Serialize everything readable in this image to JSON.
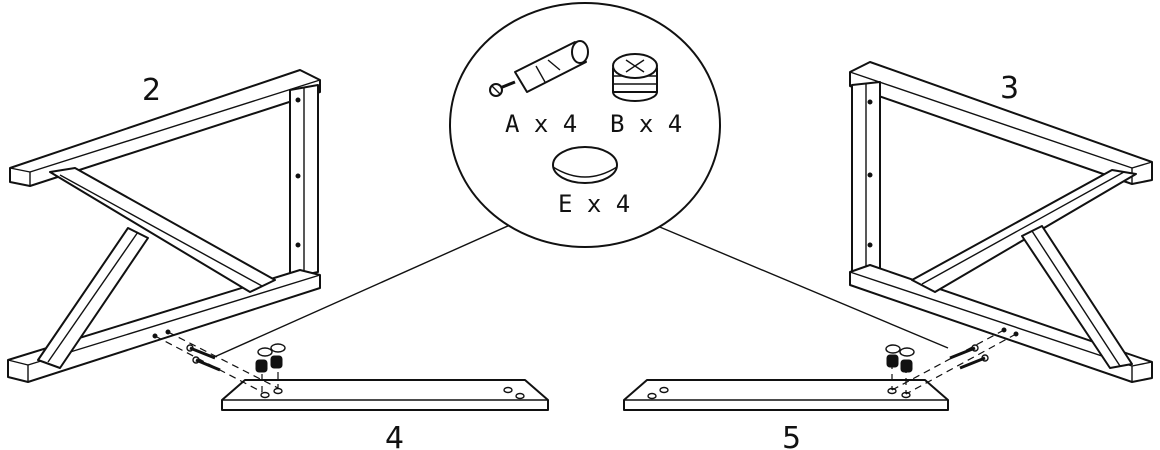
{
  "parts": {
    "left_frame": "2",
    "right_frame": "3",
    "left_foot": "4",
    "right_foot": "5"
  },
  "hardware": [
    {
      "id": "A",
      "label": "A x 4",
      "icon": "cam-bolt-icon"
    },
    {
      "id": "B",
      "label": "B x 4",
      "icon": "cam-lock-nut-icon"
    },
    {
      "id": "E",
      "label": "E x 4",
      "icon": "cover-cap-icon"
    }
  ]
}
